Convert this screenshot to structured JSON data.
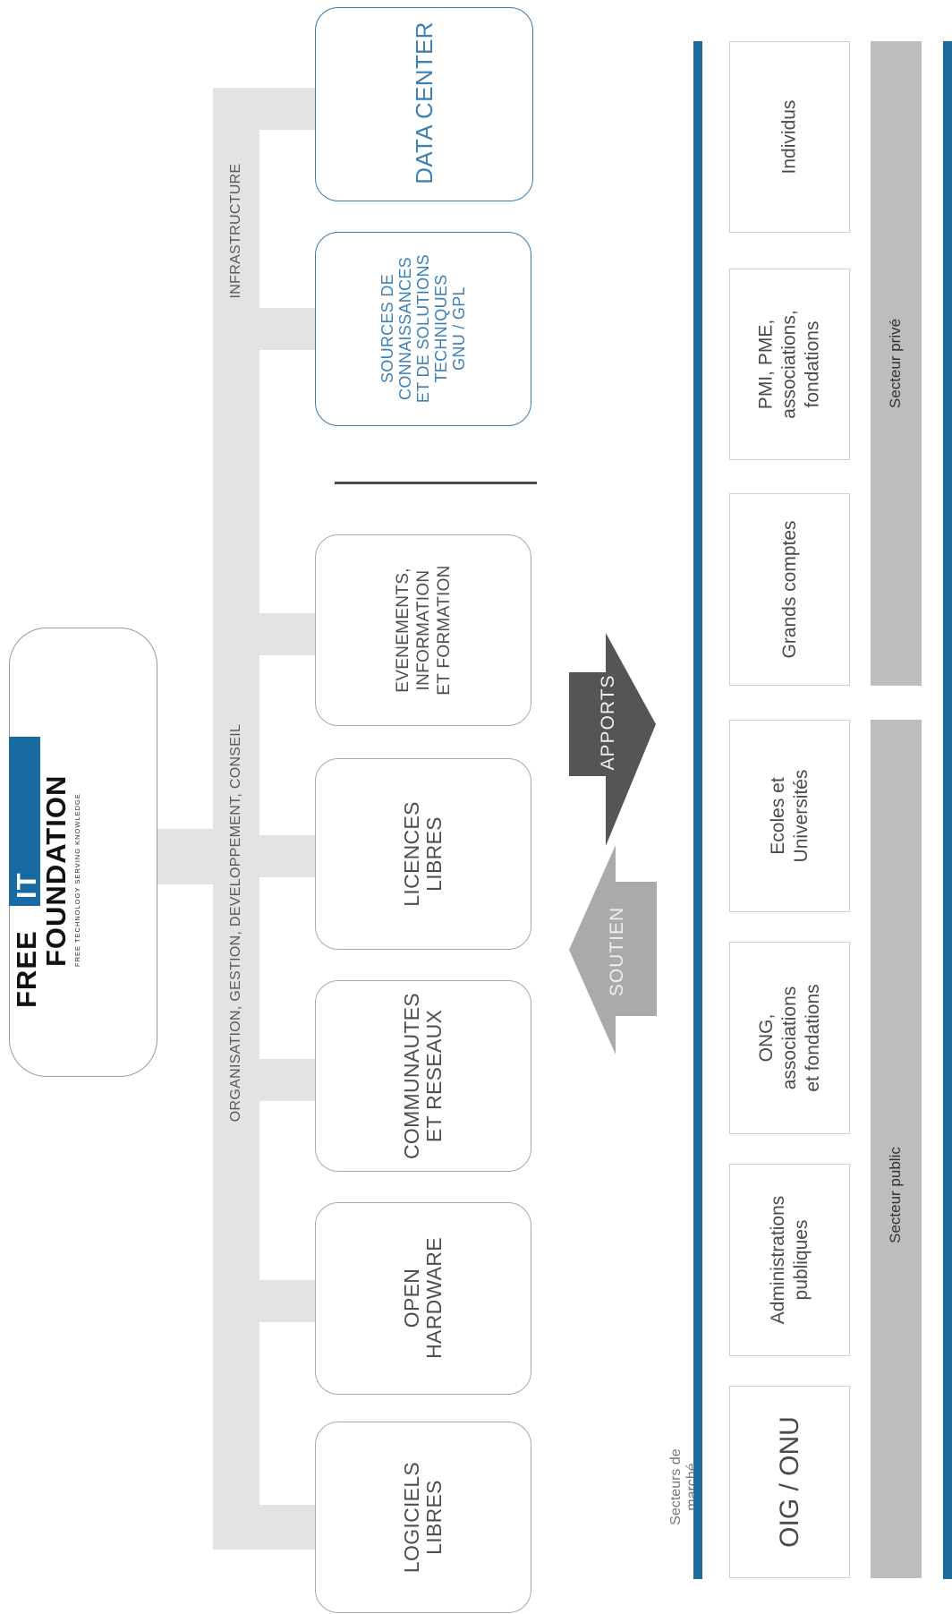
{
  "logo": {
    "word1": "FREE",
    "word2": "IT",
    "word3": "FOUNDATION",
    "tagline": "FREE TECHNOLOGY SERVING KNOWLEDGE",
    "accent_color": "#1a6aa2"
  },
  "connectors": {
    "main_label": "ORGANISATION, GESTION, DEVELOPPEMENT, CONSEIL",
    "infra_label": "INFRASTRUCTURE"
  },
  "pillars": [
    {
      "label": "LOGICIELS\nLIBRES"
    },
    {
      "label": "OPEN\nHARDWARE"
    },
    {
      "label": "COMMUNAUTES\nET RESEAUX"
    },
    {
      "label": "LICENCES\nLIBRES"
    },
    {
      "label": "EVENEMENTS,\nINFORMATION\nET FORMATION"
    },
    {
      "label": "SOURCES DE\nCONNAISSANCES\nET DE SOLUTIONS\nTECHNIQUES\nGNU / GPL"
    },
    {
      "label": "DATA CENTER"
    }
  ],
  "flows": {
    "apports": "APPORTS",
    "soutien": "SOUTIEN",
    "apports_color": "#555555",
    "soutien_color": "#aaaaaa"
  },
  "markets": {
    "title": "Secteurs de marché",
    "sectors": [
      {
        "label": "OIG / ONU"
      },
      {
        "label": "Administrations\npubliques"
      },
      {
        "label": "ONG,\nassociations\net fondations"
      },
      {
        "label": "Ecoles et\nUniversités"
      },
      {
        "label": "Grands comptes"
      },
      {
        "label": "PMI, PME,\nassociations,\nfondations"
      },
      {
        "label": "Individus"
      }
    ],
    "public_label": "Secteur public",
    "private_label": "Secteur privé"
  }
}
